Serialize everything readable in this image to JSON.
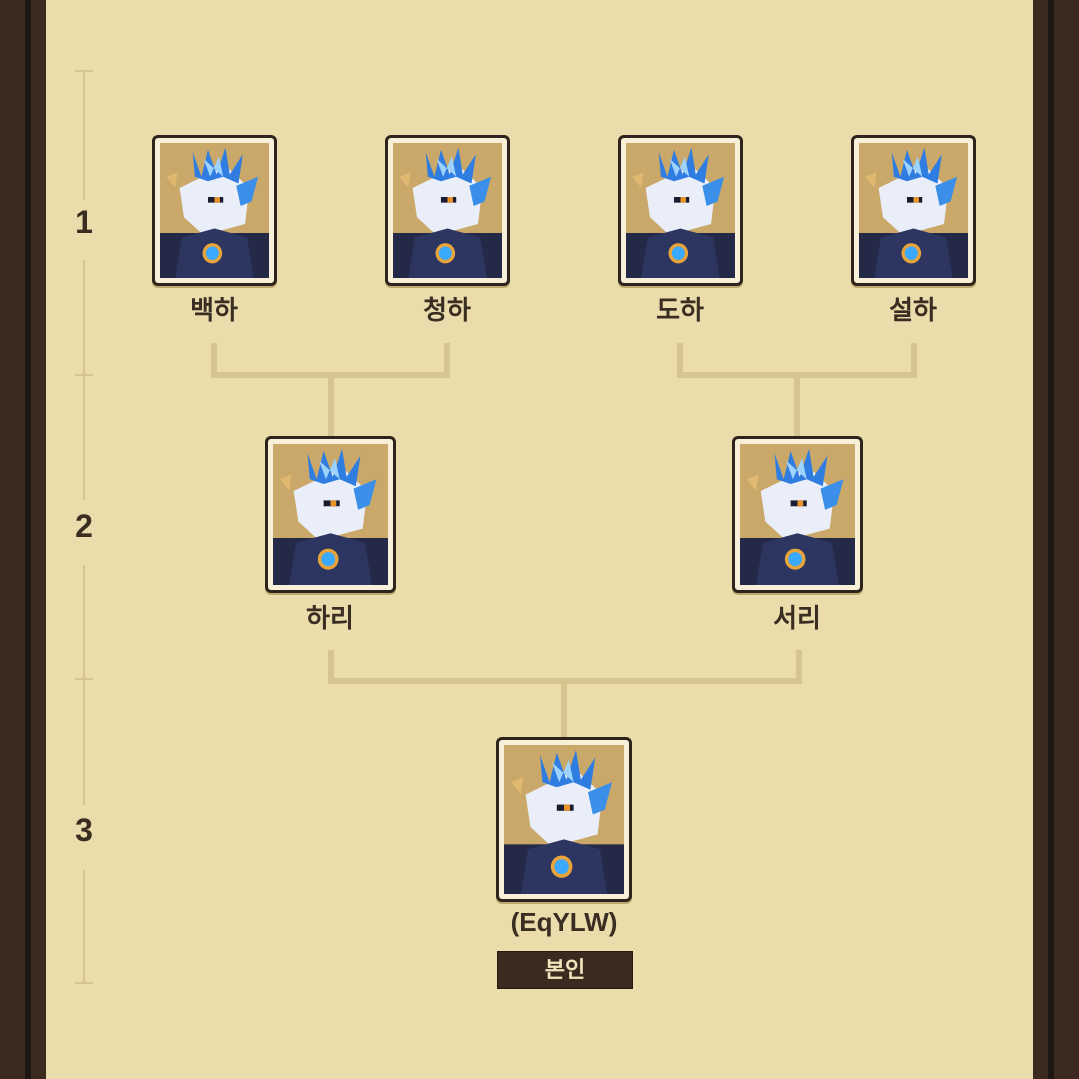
{
  "generations": [
    {
      "label": "1"
    },
    {
      "label": "2"
    },
    {
      "label": "3"
    }
  ],
  "gen1": [
    {
      "name": "백하",
      "icon": "dragon-portrait-icon"
    },
    {
      "name": "청하",
      "icon": "dragon-portrait-icon"
    },
    {
      "name": "도하",
      "icon": "dragon-portrait-icon"
    },
    {
      "name": "설하",
      "icon": "dragon-portrait-icon"
    }
  ],
  "gen2": [
    {
      "name": "하리",
      "icon": "dragon-portrait-icon"
    },
    {
      "name": "서리",
      "icon": "dragon-portrait-icon"
    }
  ],
  "gen3": [
    {
      "name": "(EqYLW)",
      "badge": "본인",
      "icon": "dragon-portrait-icon"
    }
  ],
  "colors": {
    "panel": "#eadcab",
    "frame": "#3a2a20",
    "connector": "#d6c491",
    "text": "#3a2d22"
  }
}
